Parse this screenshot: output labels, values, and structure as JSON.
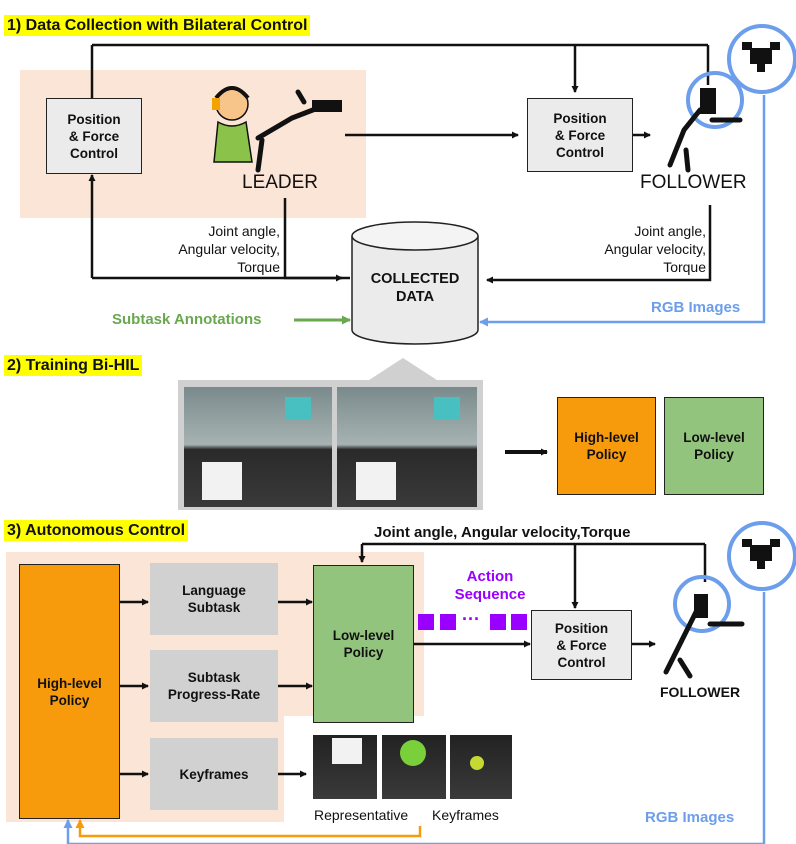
{
  "sections": {
    "s1_title": "1) Data Collection with Bilateral Control",
    "s2_title": "2) Training Bi-HIL",
    "s3_title": "3) Autonomous Control"
  },
  "s1": {
    "control_left": "Position\n& Force\nControl",
    "control_right": "Position\n& Force\nControl",
    "leader": "LEADER",
    "follower": "FOLLOWER",
    "leader_signals": "Joint angle,\nAngular velocity,\nTorque",
    "follower_signals": "Joint angle,\nAngular velocity,\nTorque",
    "collected": "COLLECTED\nDATA",
    "subtask_annotations": "Subtask Annotations",
    "rgb_images": "RGB Images"
  },
  "s2": {
    "high_policy": "High-level\nPolicy",
    "low_policy": "Low-level\nPolicy"
  },
  "s3": {
    "high_policy": "High-level\nPolicy",
    "language_subtask": "Language\nSubtask",
    "subtask_progress": "Subtask\nProgress-Rate",
    "keyframes": "Keyframes",
    "low_policy": "Low-level\nPolicy",
    "action_sequence": "Action\nSequence",
    "action_dots": "···",
    "control": "Position\n& Force\nControl",
    "follower": "FOLLOWER",
    "feedback": "Joint angle, Angular velocity,Torque",
    "representative": "Representative",
    "keyframes_caption": "Keyframes",
    "rgb_images": "RGB Images"
  },
  "colors": {
    "highlight": "#ffff00",
    "peach_region": "#fbe5d6",
    "orange_policy": "#f79a0c",
    "green_policy": "#93c47d",
    "blue_feedback": "#6d9eeb",
    "green_annotation": "#6aa84f",
    "purple_action": "#9900ff",
    "gray_box": "#d1d1d1"
  }
}
